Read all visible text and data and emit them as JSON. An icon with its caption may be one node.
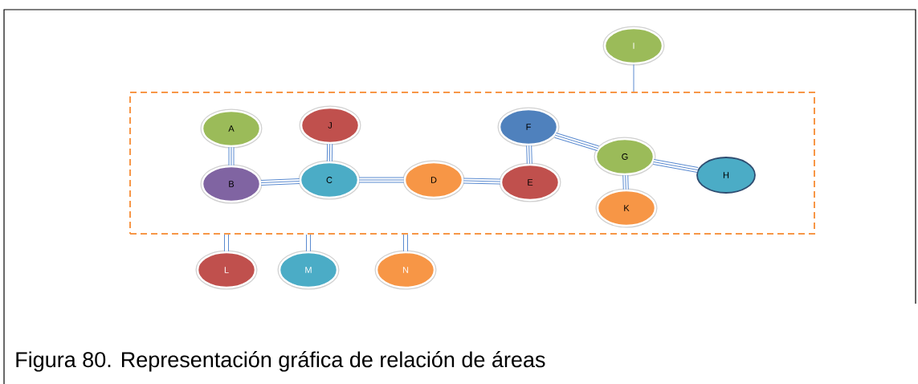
{
  "diagram": {
    "caption": "Figura 80. Representación gráfica de relación de áreas",
    "nodes": [
      {
        "text": [],
        "shape": "box"
      },
      {
        "text": [
          "I"
        ]
      },
      {
        "text": [
          "A"
        ],
        "in": 0
      },
      {
        "text": [
          "J"
        ],
        "in": 0
      },
      {
        "text": [
          "F"
        ],
        "in": 0
      },
      {
        "text": [
          "G"
        ],
        "in": 0
      },
      {
        "text": [
          "B"
        ],
        "in": 0
      },
      {
        "text": [
          "C"
        ],
        "in": 0
      },
      {
        "text": [
          "D"
        ],
        "in": 0
      },
      {
        "text": [
          "E"
        ],
        "in": 0
      },
      {
        "text": [
          "H"
        ],
        "in": 0
      },
      {
        "text": [
          "K"
        ],
        "in": 0
      },
      {
        "text": [
          "L"
        ]
      },
      {
        "text": [
          "M"
        ]
      },
      {
        "text": [
          "N"
        ]
      }
    ],
    "edges": [
      {
        "from": 2,
        "to": 6,
        "arrow": "none"
      },
      {
        "from": 3,
        "to": 7,
        "arrow": "none"
      },
      {
        "from": 6,
        "to": 7,
        "arrow": "none"
      },
      {
        "from": 7,
        "to": 8,
        "arrow": "none"
      },
      {
        "from": 8,
        "to": 9,
        "arrow": "none"
      },
      {
        "from": 4,
        "to": 9,
        "arrow": "none"
      },
      {
        "from": 4,
        "to": 5,
        "arrow": "none"
      },
      {
        "from": 5,
        "to": 10,
        "arrow": "none"
      },
      {
        "from": 5,
        "to": 11,
        "arrow": "none"
      },
      {
        "from": 1,
        "to": 0,
        "arrow": "none"
      },
      {
        "from": 0,
        "to": 12,
        "arrow": "none"
      },
      {
        "from": 0,
        "to": 13,
        "arrow": "none"
      },
      {
        "from": 0,
        "to": 14,
        "arrow": "none"
      }
    ]
  }
}
